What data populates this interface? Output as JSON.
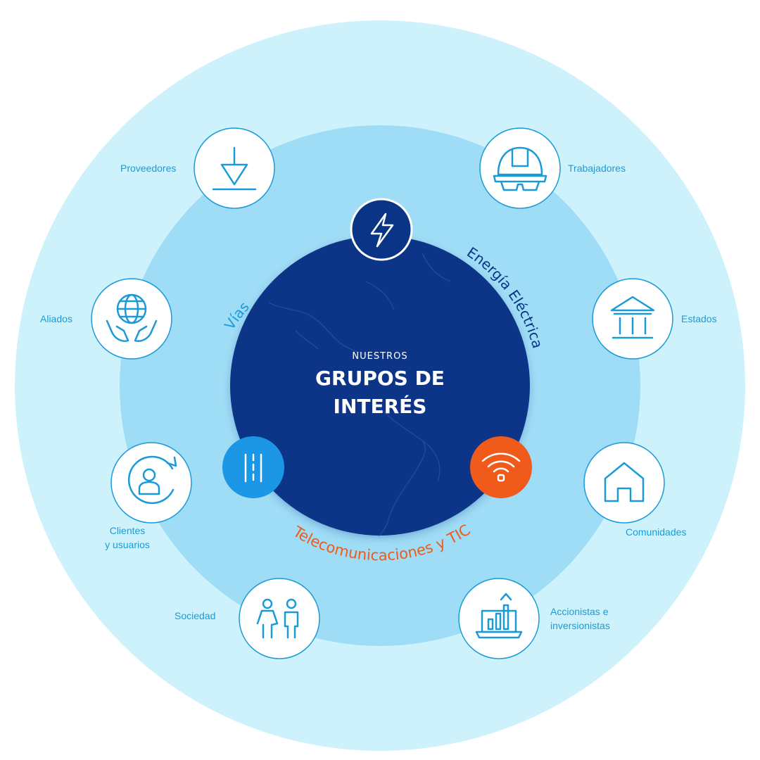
{
  "center": {
    "subtitle": "NUESTROS",
    "title_line1": "GRUPOS DE",
    "title_line2": "INTERÉS"
  },
  "arc_labels": {
    "vias": "Vías",
    "energia": "Energía Eléctrica",
    "telecom": "Telecomunicaciones y TIC"
  },
  "groups": {
    "proveedores": "Proveedores",
    "trabajadores": "Trabajadores",
    "aliados": "Aliados",
    "estados": "Estados",
    "clientes_line1": "Clientes",
    "clientes_line2": "y usuarios",
    "comunidades": "Comunidades",
    "sociedad": "Sociedad",
    "accionistas_line1": "Accionistas e",
    "accionistas_line2": "inversionistas"
  },
  "colors": {
    "outer_ring": "#cdf2fb",
    "middle_ring": "#9fdcf5",
    "center": "#0a3587",
    "accent_blue": "#1a9bd8",
    "energy_badge": "#0a3587",
    "vias_badge": "#1b97e6",
    "telecom_badge": "#f05a1a",
    "telecom_text": "#f05a1a",
    "energia_text": "#0a3587"
  },
  "icons": {
    "energy": "lightning-icon",
    "vias": "road-icon",
    "telecom": "wifi-icon",
    "proveedores": "ground-arrow-icon",
    "trabajadores": "hard-hat-icon",
    "aliados": "globe-hands-icon",
    "estados": "government-building-icon",
    "clientes": "user-refresh-icon",
    "comunidades": "house-icon",
    "sociedad": "people-icon",
    "accionistas": "laptop-chart-icon"
  }
}
